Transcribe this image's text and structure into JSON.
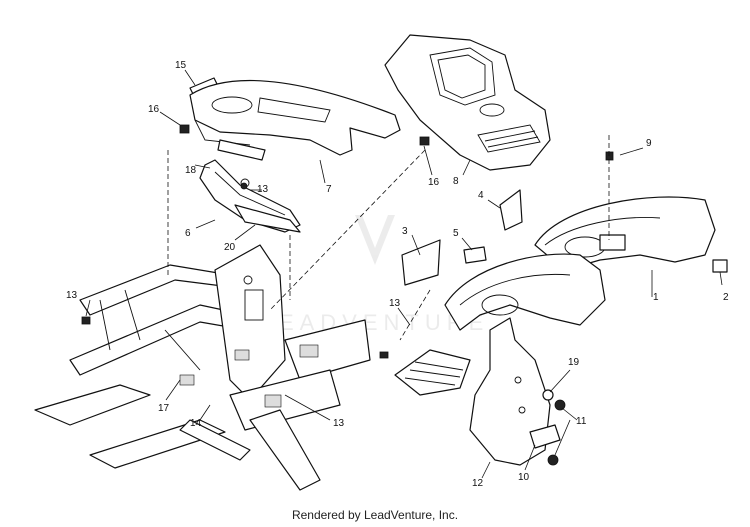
{
  "callouts": [
    {
      "id": "1",
      "label": "1"
    },
    {
      "id": "2",
      "label": "2"
    },
    {
      "id": "3",
      "label": "3"
    },
    {
      "id": "4",
      "label": "4"
    },
    {
      "id": "5",
      "label": "5"
    },
    {
      "id": "6",
      "label": "6"
    },
    {
      "id": "7",
      "label": "7"
    },
    {
      "id": "8",
      "label": "8"
    },
    {
      "id": "9",
      "label": "9"
    },
    {
      "id": "10",
      "label": "10"
    },
    {
      "id": "11",
      "label": "11"
    },
    {
      "id": "12",
      "label": "12"
    },
    {
      "id": "13a",
      "label": "13"
    },
    {
      "id": "13b",
      "label": "13"
    },
    {
      "id": "13c",
      "label": "13"
    },
    {
      "id": "13d",
      "label": "13"
    },
    {
      "id": "14",
      "label": "14"
    },
    {
      "id": "15",
      "label": "15"
    },
    {
      "id": "16a",
      "label": "16"
    },
    {
      "id": "16b",
      "label": "16"
    },
    {
      "id": "17",
      "label": "17"
    },
    {
      "id": "18",
      "label": "18"
    },
    {
      "id": "19",
      "label": "19"
    },
    {
      "id": "20",
      "label": "20"
    }
  ],
  "footer": "Rendered by LeadVenture, Inc.",
  "watermark": "LEADVENTURE"
}
